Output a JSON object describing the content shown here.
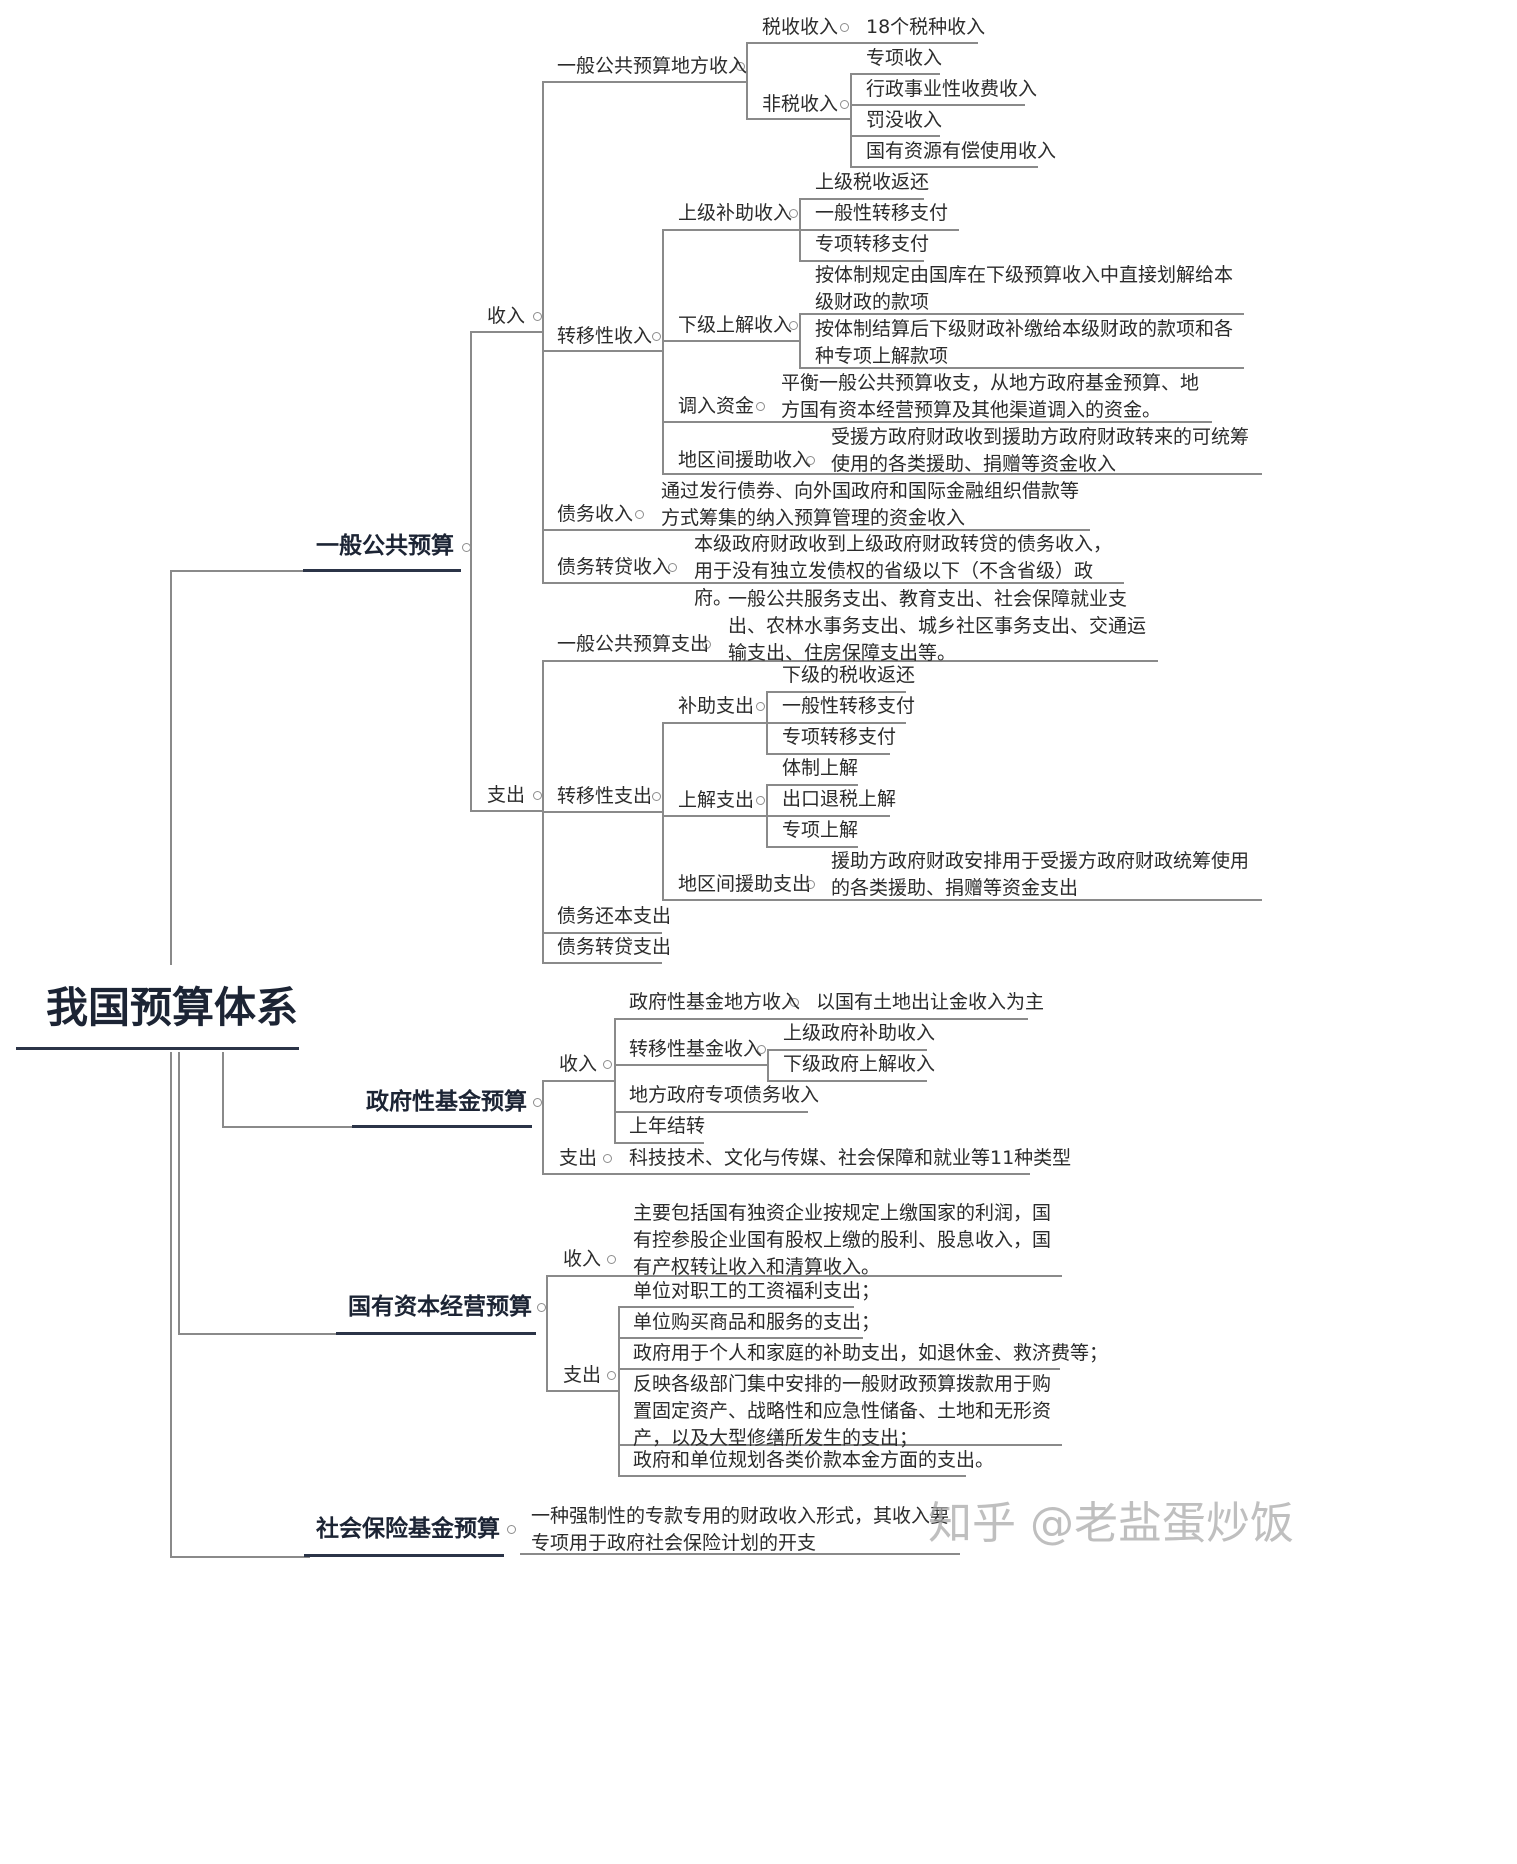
{
  "root": "我国预算体系",
  "watermark": "知乎 @老盐蛋炒饭",
  "gpb": {
    "title": "一般公共预算",
    "income": {
      "label": "收入",
      "local": {
        "label": "一般公共预算地方收入",
        "tax": {
          "label": "税收收入",
          "detail": "18个税种收入"
        },
        "nontax": {
          "label": "非税收入",
          "items": [
            "专项收入",
            "行政事业性收费收入",
            "罚没收入",
            "国有资源有偿使用收入"
          ]
        }
      },
      "transfer": {
        "label": "转移性收入",
        "subsidy": {
          "label": "上级补助收入",
          "items": [
            "上级税收返还",
            "一般性转移支付",
            "专项转移支付"
          ]
        },
        "remit": {
          "label": "下级上解收入",
          "items": [
            "按体制规定由国库在下级预算收入中直接划解给本级财政的款项",
            "按体制结算后下级财政补缴给本级财政的款项和各种专项上解款项"
          ]
        },
        "transferin": {
          "label": "调入资金",
          "desc": "平衡一般公共预算收支，从地方政府基金预算、地方国有资本经营预算及其他渠道调入的资金。"
        },
        "aid": {
          "label": "地区间援助收入",
          "desc": "受援方政府财政收到援助方政府财政转来的可统筹使用的各类援助、捐赠等资金收入"
        }
      },
      "debt": {
        "label": "债务收入",
        "desc": "通过发行债券、向外国政府和国际金融组织借款等方式筹集的纳入预算管理的资金收入"
      },
      "relend": {
        "label": "债务转贷收入",
        "desc": "本级政府财政收到上级政府财政转贷的债务收入，用于没有独立发债权的省级以下（不含省级）政府。"
      }
    },
    "expense": {
      "label": "支出",
      "general": {
        "label": "一般公共预算支出",
        "desc": "一般公共服务支出、教育支出、社会保障就业支出、农林水事务支出、城乡社区事务支出、交通运输支出、住房保障支出等。"
      },
      "transfer": {
        "label": "转移性支出",
        "subsidy": {
          "label": "补助支出",
          "items": [
            "下级的税收返还",
            "一般性转移支付",
            "专项转移支付"
          ]
        },
        "remit": {
          "label": "上解支出",
          "items": [
            "体制上解",
            "出口退税上解",
            "专项上解"
          ]
        },
        "aid": {
          "label": "地区间援助支出",
          "desc": "援助方政府财政安排用于受援方政府财政统筹使用的各类援助、捐赠等资金支出"
        }
      },
      "repay": "债务还本支出",
      "relend": "债务转贷支出"
    }
  },
  "gfb": {
    "title": "政府性基金预算",
    "income": {
      "label": "收入",
      "local": {
        "label": "政府性基金地方收入",
        "desc": "以国有土地出让金收入为主"
      },
      "transfer": {
        "label": "转移性基金收入",
        "items": [
          "上级政府补助收入",
          "下级政府上解收入"
        ]
      },
      "bond": "地方政府专项债务收入",
      "carry": "上年结转"
    },
    "expense": {
      "label": "支出",
      "desc": "科技技术、文化与传媒、社会保障和就业等11种类型"
    }
  },
  "socb": {
    "title": "国有资本经营预算",
    "income": {
      "label": "收入",
      "desc": "主要包括国有独资企业按规定上缴国家的利润，国有控参股企业国有股权上缴的股利、股息收入，国有产权转让收入和清算收入。"
    },
    "expense": {
      "label": "支出",
      "items": [
        "单位对职工的工资福利支出；",
        "单位购买商品和服务的支出；",
        "政府用于个人和家庭的补助支出，如退休金、救济费等；",
        "反映各级部门集中安排的一般财政预算拨款用于购置固定资产、战略性和应急性储备、土地和无形资产，以及大型修缮所发生的支出；",
        "政府和单位规划各类价款本金方面的支出。"
      ]
    }
  },
  "ssfb": {
    "title": "社会保险基金预算",
    "desc": "一种强制性的专款专用的财政收入形式，其收入要专项用于政府社会保险计划的开支"
  }
}
